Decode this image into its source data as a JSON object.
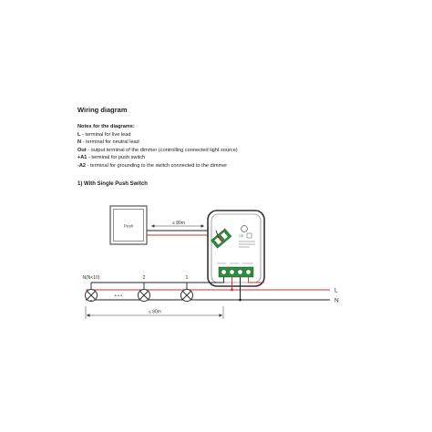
{
  "title": "Wiring diagram",
  "notes": {
    "heading": "Notes for the diagrams:",
    "items": [
      {
        "term": "L",
        "text": " - terminal for live lead"
      },
      {
        "term": "N",
        "text": " - terminal for neutral lead"
      },
      {
        "term": "Out",
        "text": " - output terminal of the dimmer (controlling connected light source)"
      },
      {
        "term": "+A1",
        "text": " - terminal for push switch"
      },
      {
        "term": "-A2",
        "text": " - terminal for grounding to the switch connected to the dimmer"
      }
    ]
  },
  "section_title": "1) With Single Push Switch",
  "diagram": {
    "push_label": "Push",
    "dist_top": "≤ 80m",
    "dist_bottom": "≤ 80m",
    "lamp_labels": [
      "N(N<10)",
      "2",
      "1"
    ],
    "ellipsis": "• • •",
    "line_L": "L",
    "line_N": "N",
    "colors": {
      "live": "#d0302f",
      "wire": "#222222",
      "terminal": "#2e8b3d",
      "ce": "#2e8b3d"
    }
  }
}
